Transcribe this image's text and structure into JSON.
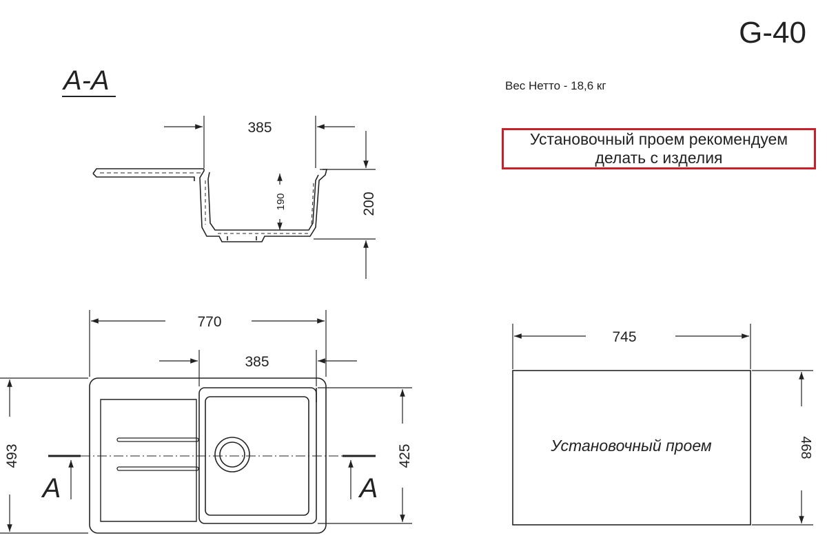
{
  "model": "G-40",
  "section_label": "A-A",
  "net_weight": "Вес Нетто - 18,6 кг",
  "recommendation": {
    "line1": "Установочный проем рекомендуем",
    "line2": "делать с изделия"
  },
  "section_view": {
    "bowl_width": "385",
    "bowl_depth": "190",
    "overall_height": "200"
  },
  "plan_view": {
    "overall_width": "770",
    "bowl_width": "385",
    "overall_depth": "493",
    "bowl_depth": "425",
    "cut_marker_left": "A",
    "cut_marker_right": "A"
  },
  "cutout": {
    "width": "745",
    "depth": "468",
    "label": "Установочный проем"
  },
  "colors": {
    "line": "#222222",
    "highlight_border": "#c8202a"
  }
}
